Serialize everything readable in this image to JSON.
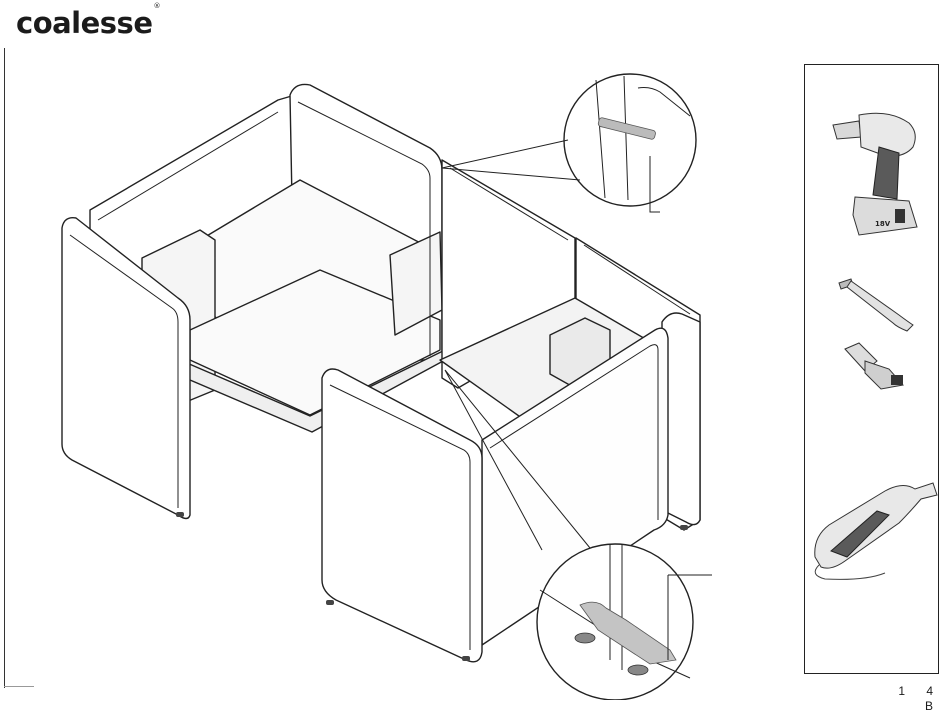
{
  "header": {
    "brand": "coalesse",
    "brand_mark": "®"
  },
  "illustration": {
    "drill_label": "18V"
  },
  "footer": {
    "page_line1": "1  4",
    "page_line2": "B"
  }
}
